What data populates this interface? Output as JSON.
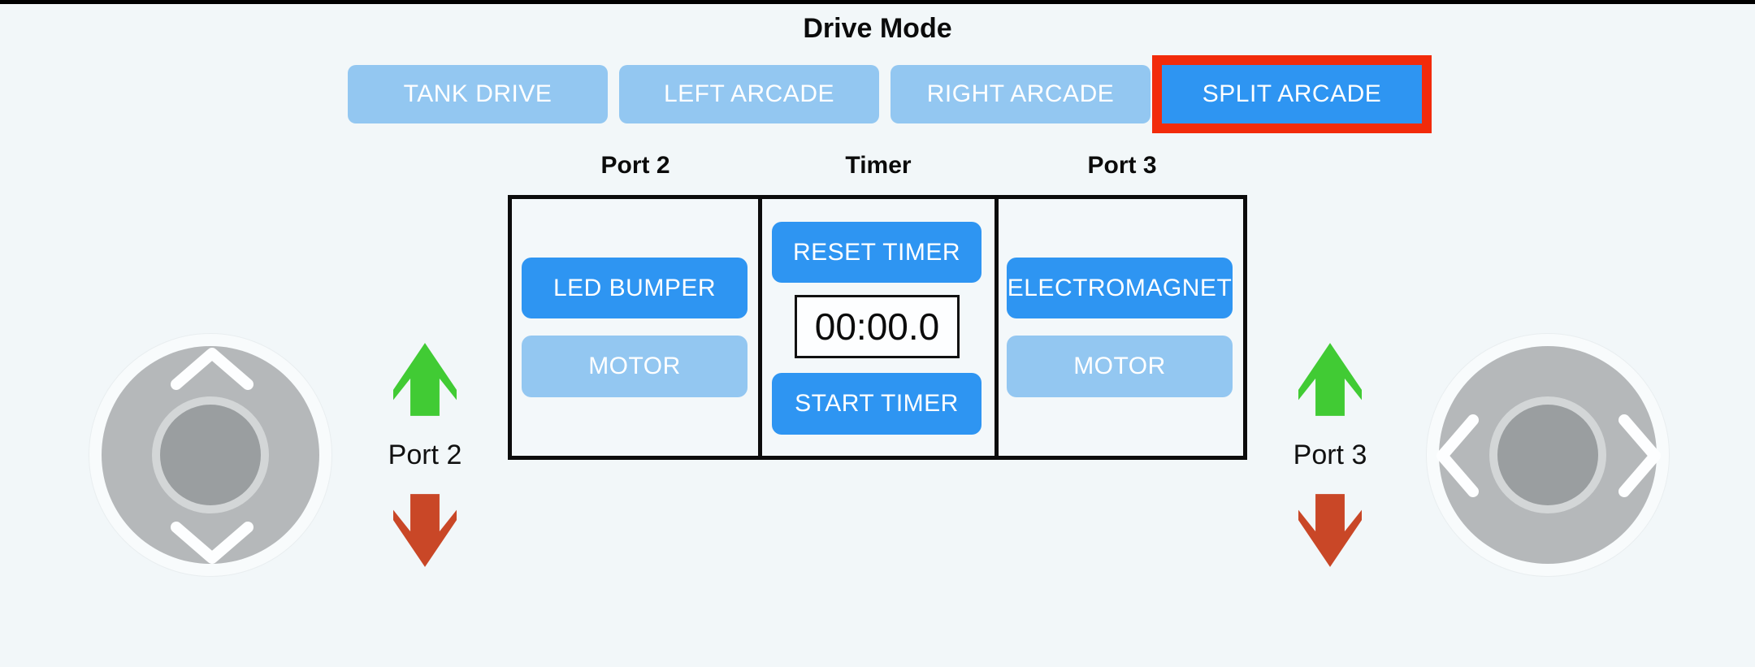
{
  "page_title": "Drive Mode",
  "drive_mode": {
    "buttons": [
      {
        "label": "TANK DRIVE",
        "selected": false
      },
      {
        "label": "LEFT ARCADE",
        "selected": false
      },
      {
        "label": "RIGHT ARCADE",
        "selected": false
      },
      {
        "label": "SPLIT ARCADE",
        "selected": true
      }
    ]
  },
  "panel": {
    "port2": {
      "header": "Port 2",
      "buttons": [
        {
          "label": "LED BUMPER",
          "state": "active"
        },
        {
          "label": "MOTOR",
          "state": "inactive"
        }
      ]
    },
    "timer": {
      "header": "Timer",
      "reset_label": "RESET TIMER",
      "display_value": "00:00.0",
      "start_label": "START TIMER"
    },
    "port3": {
      "header": "Port 3",
      "buttons": [
        {
          "label": "ELECTROMAGNET",
          "state": "active"
        },
        {
          "label": "MOTOR",
          "state": "inactive"
        }
      ]
    }
  },
  "left_control": {
    "label": "Port 2",
    "up_arrow": "green-up-arrow",
    "down_arrow": "red-down-arrow",
    "joystick_axis": "vertical"
  },
  "right_control": {
    "label": "Port 3",
    "up_arrow": "green-up-arrow",
    "down_arrow": "red-down-arrow",
    "joystick_axis": "horizontal"
  },
  "colors": {
    "background": "#f2f7f9",
    "button_light_blue": "#93c7f1",
    "button_bright_blue": "#2e95f2",
    "selection_red": "#f22b0b",
    "arrow_green": "#41cb34",
    "arrow_red": "#c94727",
    "joystick_gray": "#b5b8ba",
    "border_black": "#0c0c0c"
  }
}
